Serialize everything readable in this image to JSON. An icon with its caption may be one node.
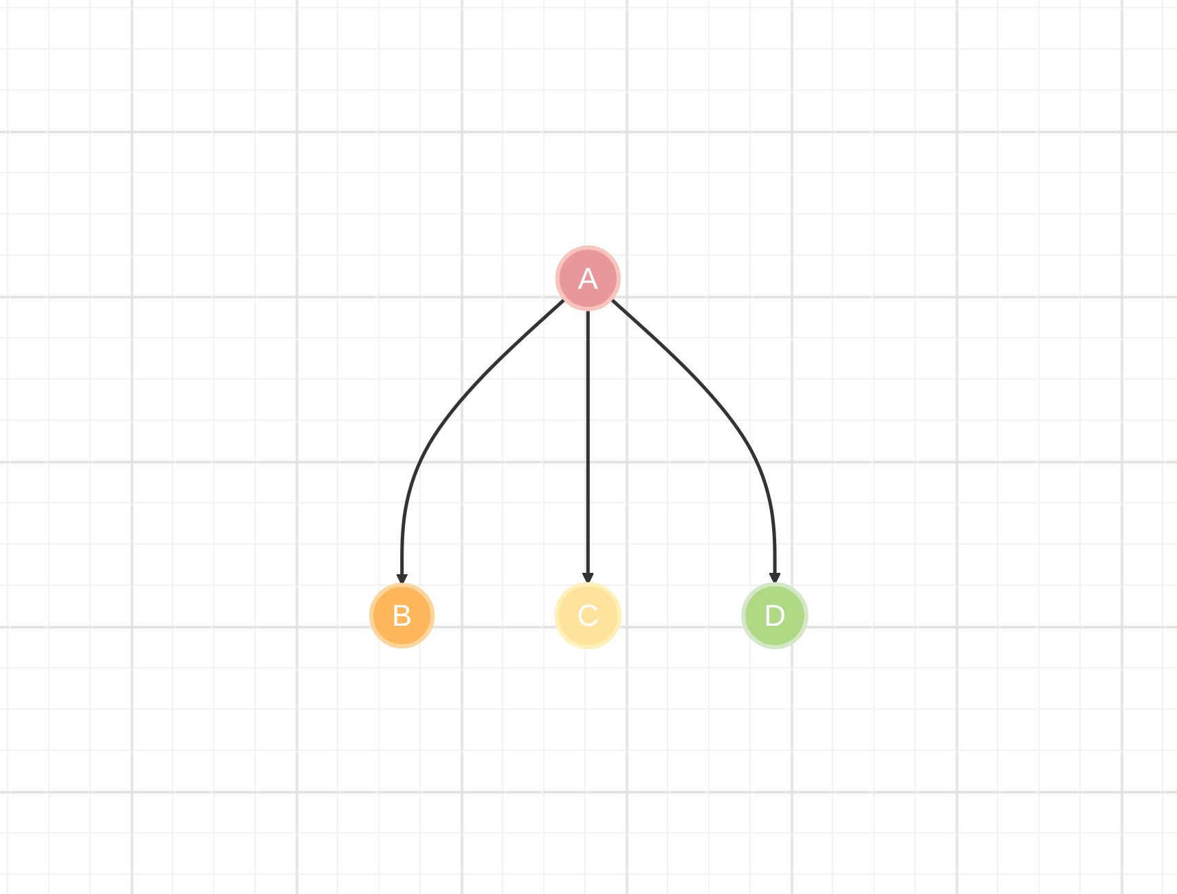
{
  "diagram": {
    "nodes": [
      {
        "text": [
          "A"
        ]
      },
      {
        "text": [
          "B"
        ]
      },
      {
        "text": [
          "C"
        ]
      },
      {
        "text": [
          "D"
        ]
      }
    ],
    "edges": [
      {
        "from": 0,
        "to": 1,
        "arrow": "to"
      },
      {
        "from": 0,
        "to": 2,
        "arrow": "to"
      },
      {
        "from": 0,
        "to": 3,
        "arrow": "to"
      }
    ]
  }
}
